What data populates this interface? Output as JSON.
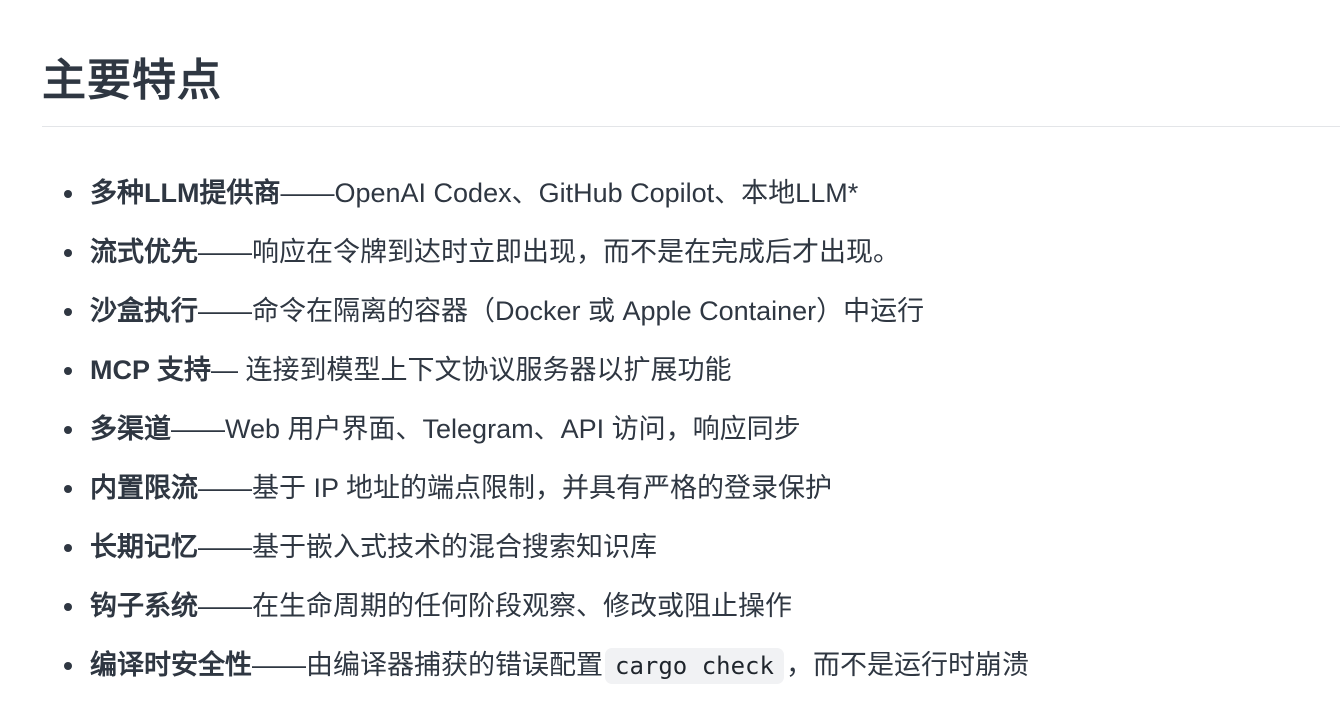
{
  "heading": "主要特点",
  "items": [
    {
      "bold": "多种LLM提供商",
      "text": "——OpenAI Codex、GitHub Copilot、本地LLM*"
    },
    {
      "bold": "流式优先",
      "text": "——响应在令牌到达时立即出现，而不是在完成后才出现。"
    },
    {
      "bold": "沙盒执行",
      "text": "——命令在隔离的容器（Docker 或 Apple Container）中运行"
    },
    {
      "bold": "MCP 支持",
      "text": "— 连接到模型上下文协议服务器以扩展功能"
    },
    {
      "bold": "多渠道",
      "text": "——Web 用户界面、Telegram、API 访问，响应同步"
    },
    {
      "bold": "内置限流",
      "text": "——基于 IP 地址的端点限制，并具有严格的登录保护"
    },
    {
      "bold": "长期记忆",
      "text": "——基于嵌入式技术的混合搜索知识库"
    },
    {
      "bold": "钩子系统",
      "text": "——在生命周期的任何阶段观察、修改或阻止操作"
    },
    {
      "bold": "编译时安全性",
      "text": "——由编译器捕获的错误配置",
      "code": "cargo check",
      "after": "，而不是运行时崩溃"
    }
  ]
}
